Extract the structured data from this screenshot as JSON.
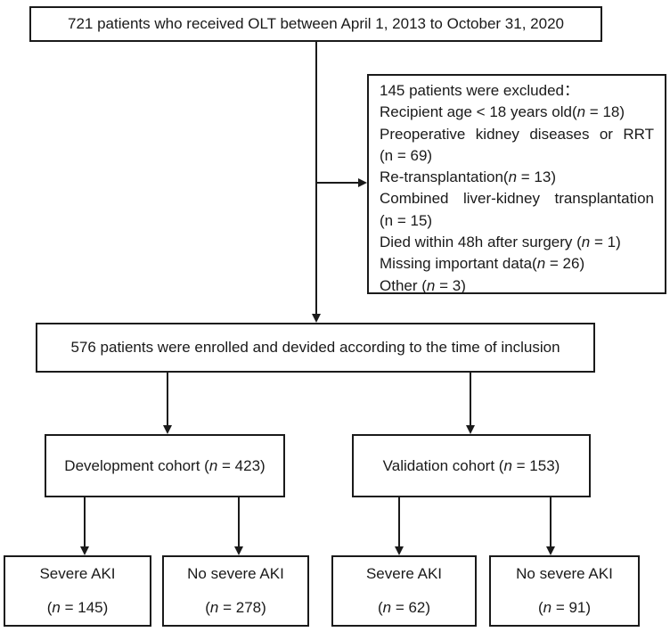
{
  "flowchart": {
    "top_box": {
      "text": "721 patients who received OLT between April 1, 2013 to October 31, 2020"
    },
    "exclusion_box": {
      "title": "145 patients were excluded：",
      "items": [
        "Recipient age < 18 years old(n = 18)",
        "Preoperative kidney diseases or RRT (n = 69)",
        "Re-transplantation(n = 13)",
        "Combined liver-kidney transplantation (n = 15)",
        "Died within 48h after surgery (n = 1)",
        "Missing important data(n = 26)",
        "Other (n = 3)"
      ]
    },
    "enrolled_box": {
      "text": "576 patients were enrolled and devided according to the time of inclusion"
    },
    "development_box": {
      "text": "Development cohort (n = 423)"
    },
    "validation_box": {
      "text": "Validation cohort (n = 153)"
    },
    "outcome_boxes": [
      {
        "line1": "Severe AKI",
        "line2": "(n = 145)"
      },
      {
        "line1": "No severe AKI",
        "line2": "(n = 278)"
      },
      {
        "line1": "Severe AKI",
        "line2": "(n = 62)"
      },
      {
        "line1": "No severe AKI",
        "line2": "(n = 91)"
      }
    ],
    "colors": {
      "border": "#1a1a1a",
      "background": "#ffffff",
      "text": "#1a1a1a"
    }
  }
}
